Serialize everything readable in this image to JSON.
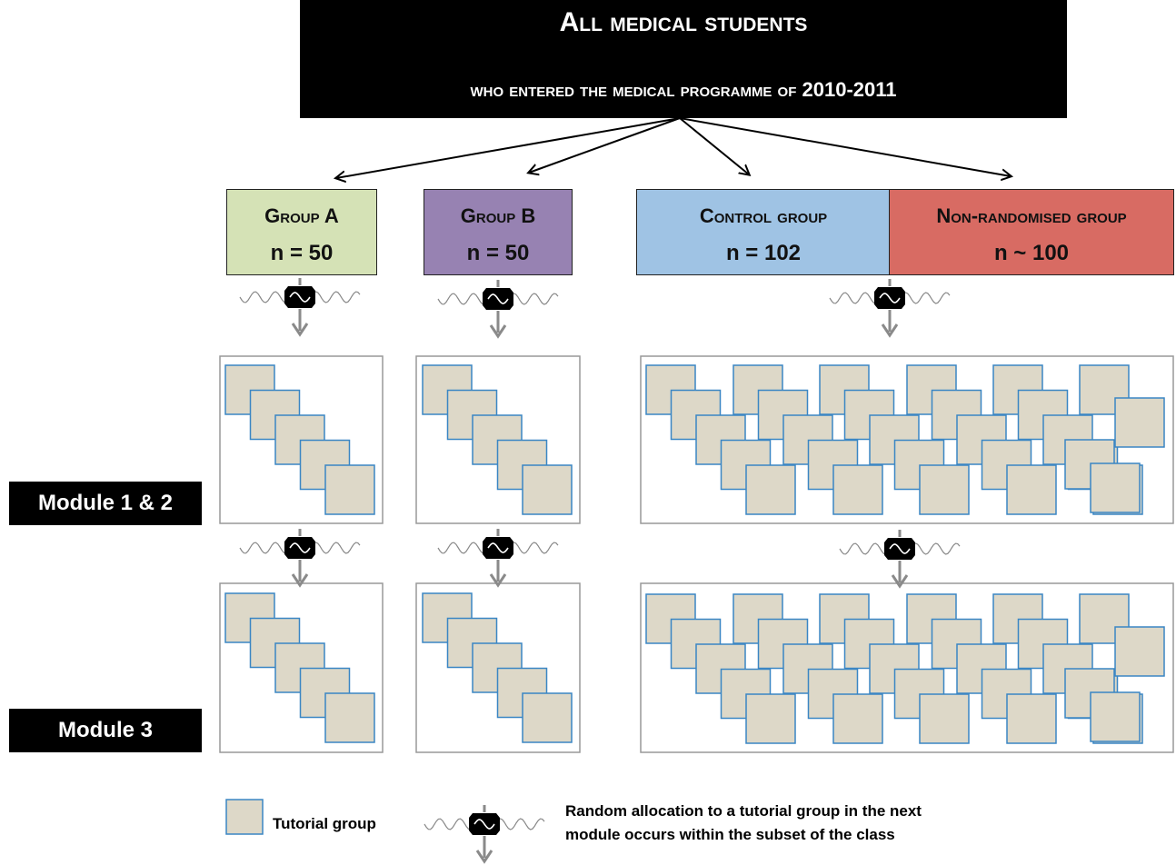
{
  "header": {
    "title": "All medical students",
    "subtitle": "who entered the medical programme of 2010-2011"
  },
  "groups": [
    {
      "name": "Group A",
      "n": "n = 50",
      "color": "#d5e2b6"
    },
    {
      "name": "Group B",
      "n": "n = 50",
      "color": "#9782b2"
    },
    {
      "name": "Control group",
      "n": "n = 102",
      "color": "#9fc3e4"
    },
    {
      "name": "Non-randomised group",
      "n": "n ~ 100",
      "color": "#d86b63"
    }
  ],
  "modules": {
    "m12": "Module 1 & 2",
    "m3": "Module 3"
  },
  "legend": {
    "tutorial_group": "Tutorial group",
    "random_allocation_line1": "Random allocation to a tutorial group in the next",
    "random_allocation_line2": "module occurs within the subset of the class"
  },
  "colors": {
    "tile_fill": "#ddd8c8",
    "tile_border": "#3a86c4",
    "arrow_gray": "#8a8a8a"
  }
}
